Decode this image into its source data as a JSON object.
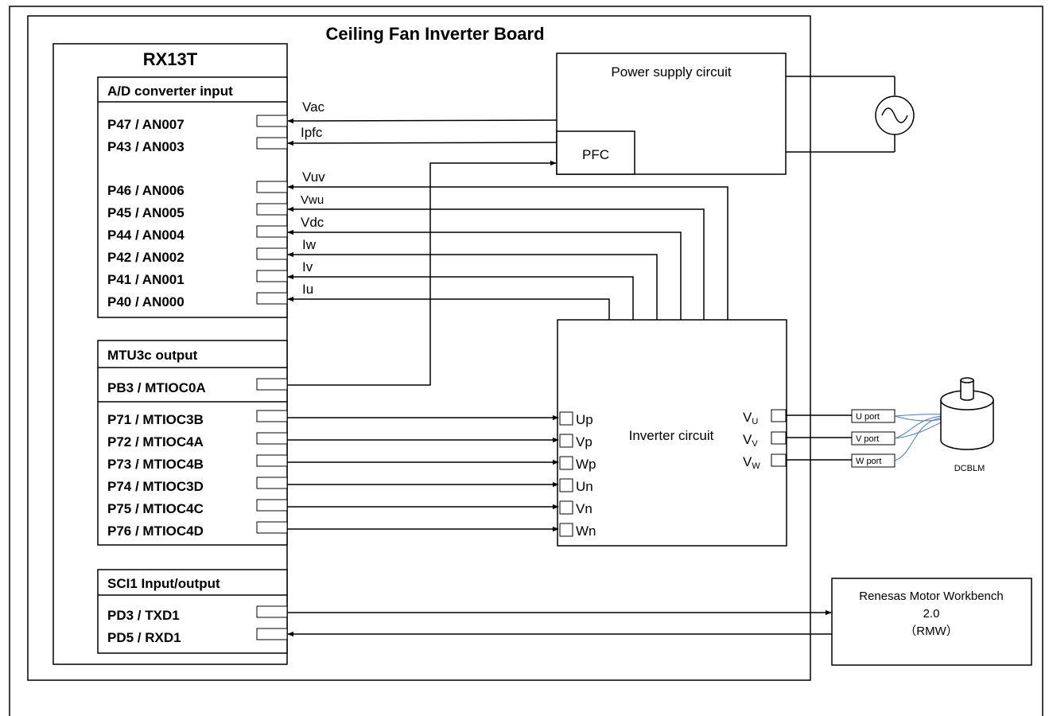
{
  "board_title": "Ceiling Fan Inverter Board",
  "mcu_title": "RX13T",
  "ad": {
    "header": "A/D converter input",
    "pins": [
      "P47 / AN007",
      "P43 / AN003",
      "P46 / AN006",
      "P45 / AN005",
      "P44 / AN004",
      "P42 / AN002",
      "P41 / AN001",
      "P40 / AN000"
    ]
  },
  "mtu": {
    "header": "MTU3c output",
    "pfc_pin": "PB3 / MTIOC0A",
    "pins": [
      "P71 / MTIOC3B",
      "P72 / MTIOC4A",
      "P73 / MTIOC4B",
      "P74 / MTIOC3D",
      "P75 / MTIOC4C",
      "P76 / MTIOC4D"
    ]
  },
  "sci": {
    "header": "SCI1 Input/output",
    "pins": [
      "PD3 / TXD1",
      "PD5 / RXD1"
    ]
  },
  "signals": {
    "vac": "Vac",
    "ipfc": "Ipfc",
    "vuv": "Vuv",
    "vwu": "Vwu",
    "vdc": "Vdc",
    "iw": "Iw",
    "iv": "Iv",
    "iu": "Iu"
  },
  "power_supply": {
    "label": "Power supply  circuit",
    "pfc_label": "PFC"
  },
  "inverter": {
    "label": "Inverter circuit",
    "inputs": [
      "Up",
      "Vp",
      "Wp",
      "Un",
      "Vn",
      "Wn"
    ],
    "outputs": [
      {
        "main": "V",
        "sub": "U"
      },
      {
        "main": "V",
        "sub": "V"
      },
      {
        "main": "V",
        "sub": "W"
      }
    ]
  },
  "ports": [
    "U port",
    "V port",
    "W port"
  ],
  "motor_label": "DCBLM",
  "rmw": {
    "line1": "Renesas Motor Workbench",
    "line2": "2.0",
    "line3": "（RMW）"
  }
}
